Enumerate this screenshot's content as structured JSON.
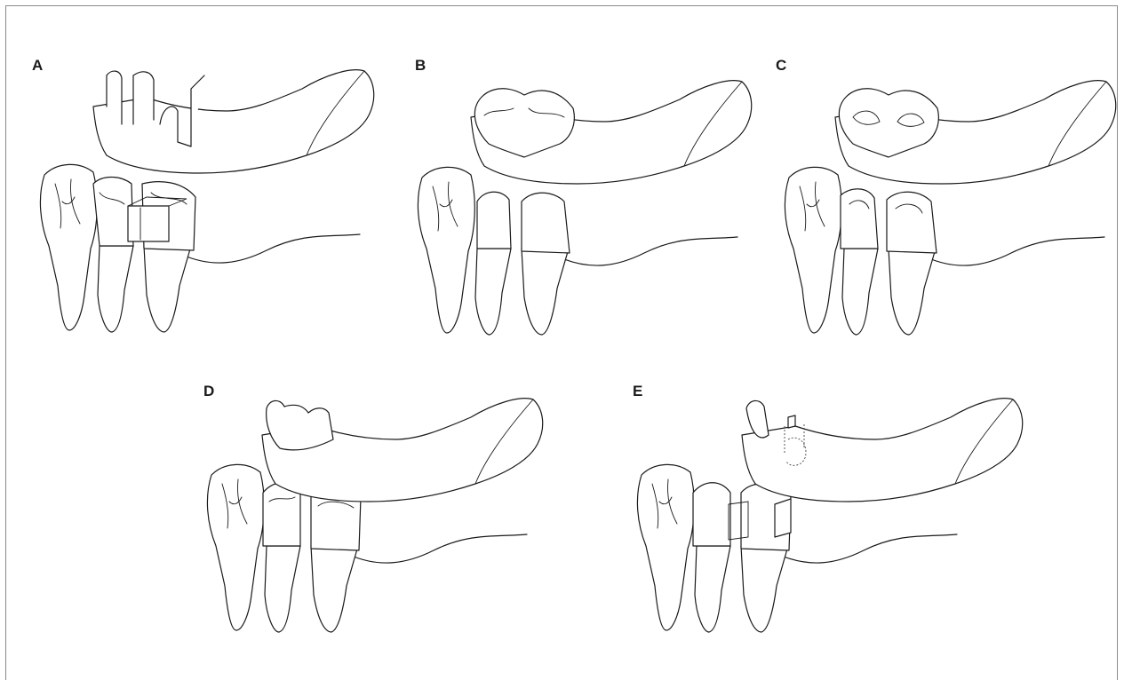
{
  "panels": [
    {
      "label": "A"
    },
    {
      "label": "B"
    },
    {
      "label": "C"
    },
    {
      "label": "D"
    },
    {
      "label": "E"
    }
  ],
  "colors": {
    "line": "#1a1a1a",
    "frame": "#8a8a8a",
    "background": "#ffffff"
  }
}
